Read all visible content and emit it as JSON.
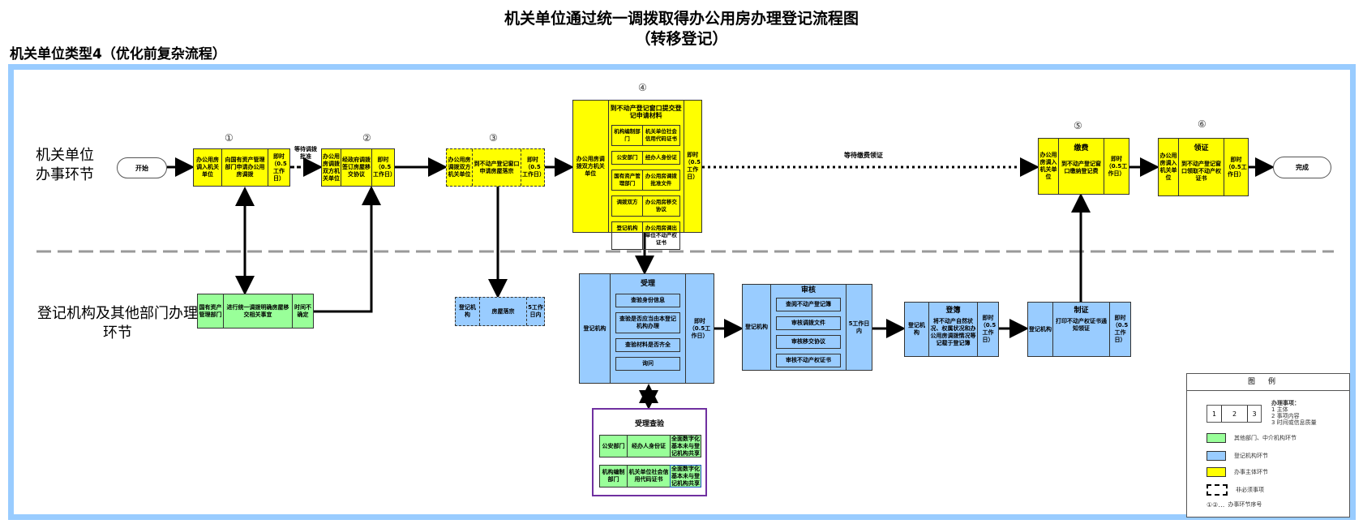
{
  "title": {
    "line1": "机关单位通过统一调拨取得办公用房办理登记流程图",
    "line2": "（转移登记）"
  },
  "subtitle": "机关单位类型4（优化前复杂流程）",
  "colors": {
    "frame": "#99ccff",
    "applicant": "#ffff00",
    "registry": "#99ccff",
    "other_dept": "#99ff99",
    "check_border": "#7030a0"
  },
  "lanes": {
    "top": "机关单位\n办事环节",
    "bottom": "登记机构及其他部门办理\n环节"
  },
  "start": "开始",
  "end": "完成",
  "labels": {
    "wait_approval": "等待调拨\n批准",
    "wait_fee": "等待缴费领证"
  },
  "steps": [
    {
      "num": "①",
      "subject": "办公用房调入机关单位",
      "content": "向国有资产管理部门申请办公用房调拨",
      "time": "即时（0.5工作日）"
    },
    {
      "num": "②",
      "subject": "办公用房调拨双方机关单位",
      "content": "经政府调拨签订房屋移交协议",
      "time": "即时（0.5工作日）"
    },
    {
      "num": "③",
      "subject": "办公用房调拨双方机关单位",
      "content": "到不动产登记窗口申请房屋落宗",
      "time": "即时（0.5工作日）"
    },
    {
      "num": "④",
      "subject": "办公用房调拨双方机关单位",
      "content": "到不动产登记窗口提交登记申请材料",
      "time": "即时（0.5工作日）",
      "materials": [
        {
          "dept": "机构编制部门",
          "item": "机关单位社会信用代码证书"
        },
        {
          "dept": "公安部门",
          "item": "经办人身份证"
        },
        {
          "dept": "国有资产管理部门",
          "item": "办公用房调拨批准文件"
        },
        {
          "dept": "调拨双方",
          "item": "办公用房移交协议"
        },
        {
          "dept": "登记机构",
          "item": "办公用房调出单位不动产权证书"
        }
      ]
    },
    {
      "num": "⑤",
      "subject": "办公用房调入机关单位",
      "title": "缴费",
      "content": "到不动产登记窗口缴纳登记费",
      "time": "即时（0.5工作日）"
    },
    {
      "num": "⑥",
      "subject": "办公用房调入机关单位",
      "title": "领证",
      "content": "到不动产登记窗口领取不动产权证书",
      "time": "即时（0.5工作日）"
    }
  ],
  "green_step": {
    "subject": "国有资产管理部门",
    "content": "进行统一调拨明确房屋移交相关事宜",
    "time": "时间不确定"
  },
  "settle_step": {
    "subject": "登记机构",
    "content": "房屋落宗",
    "time": "5工作日内"
  },
  "accept": {
    "subject": "登记机构",
    "title": "受理",
    "items": [
      "查验身份信息",
      "查验是否应当由本登记机构办理",
      "查验材料是否齐全",
      "询问"
    ],
    "time": "即时（0.5工作日）"
  },
  "review": {
    "subject": "登记机构",
    "title": "审核",
    "items": [
      "查阅不动产登记簿",
      "审核调拨文件",
      "审核移交协议",
      "审核不动产权证书"
    ],
    "time": "5工作日内"
  },
  "record": {
    "subject": "登记机构",
    "title": "登簿",
    "content": "将不动产自然状况、权属状况和办公用房调拨情况等记载于登记簿",
    "time": "即时（0.5工作日）"
  },
  "certify": {
    "subject": "登记机构",
    "title": "制证",
    "content": "打印不动产权证书通知领证",
    "time": "即时（0.5工作日）"
  },
  "check": {
    "title": "受理查验",
    "rows": [
      {
        "dept": "公安部门",
        "item": "经办人身份证",
        "note": "全面数字化基本未与登记机构共享"
      },
      {
        "dept": "机构编制部门",
        "item": "机关单位社会信用代码证书",
        "note": "全面数字化基本未与登记机构共享"
      }
    ]
  },
  "legend": {
    "title": "图例",
    "cells": [
      "1",
      "2",
      "3"
    ],
    "heading": "办理事项：",
    "lines": [
      "1 主体",
      "2 事项内容",
      "3 时间或信息质量"
    ],
    "green": "其他部门、中介机构环节",
    "blue": "登记机构环节",
    "yellow": "办事主体环节",
    "dashed": "非必须事项",
    "numbers_sample": "①②…",
    "numbers": "办事环节序号"
  }
}
